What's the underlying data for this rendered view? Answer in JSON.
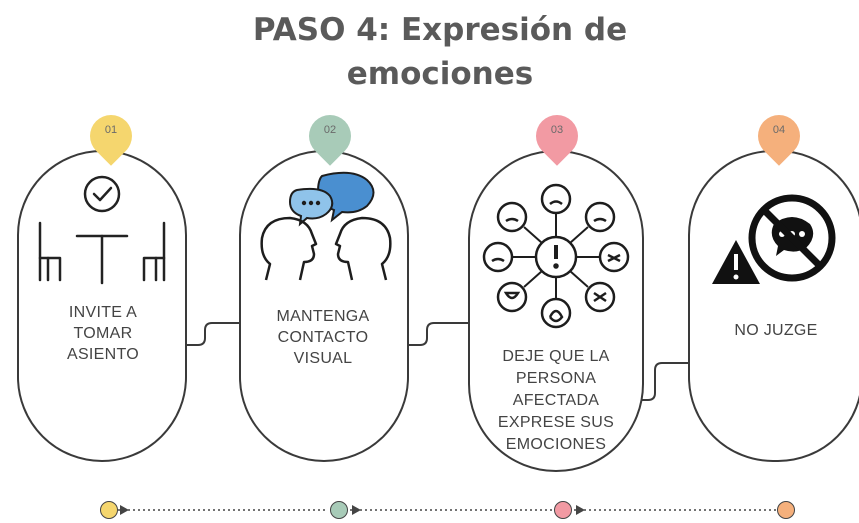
{
  "title": {
    "line1": "PASO 4: Expresión de",
    "line2": "emociones"
  },
  "steps": [
    {
      "number": "01",
      "color": "#f5d66e",
      "lines": [
        "INVITE A",
        "TOMAR",
        "ASIENTO"
      ],
      "icon": "chairs-table-check-icon"
    },
    {
      "number": "02",
      "color": "#a8cbb8",
      "lines": [
        "MANTENGA",
        "CONTACTO",
        "VISUAL"
      ],
      "icon": "conversation-heads-icon"
    },
    {
      "number": "03",
      "color": "#f29aa3",
      "lines": [
        "DEJE QUE LA",
        "PERSONA",
        "AFECTADA",
        "EXPRESE SUS",
        "EMOCIONES"
      ],
      "icon": "emotions-wheel-icon"
    },
    {
      "number": "04",
      "color": "#f5b07c",
      "lines": [
        "NO JUZGE"
      ],
      "icon": "no-chat-warning-icon"
    }
  ]
}
